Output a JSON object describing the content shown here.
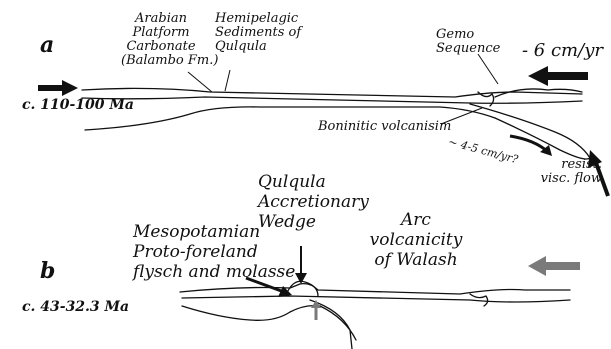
{
  "panel_a": {
    "letter": "a",
    "age": "c. 110-100 Ma",
    "labels": {
      "arabian_platform": [
        "Arabian",
        "Platform",
        "Carbonate",
        "(Balambo Fm.)"
      ],
      "hemipelagic": [
        "Hemipelagic",
        "Sediments of",
        "Qulqula"
      ],
      "gemo": [
        "Gemo",
        "Sequence"
      ],
      "rate_top": "- 6 cm/yr",
      "boninitic": "Boninitic volcanisim",
      "rate_slab": "~ 4-5 cm/yr?",
      "resist": [
        "resist.",
        "visc. flow"
      ]
    }
  },
  "panel_b": {
    "letter": "b",
    "age": "c. 43-32.3 Ma",
    "labels": {
      "qulqula_wedge": [
        "Qulqula",
        "Accretionary",
        "Wedge"
      ],
      "mesopotamian": [
        "Mesopotamian",
        "Proto-foreland",
        "flysch and molasse"
      ],
      "arc": [
        "Arc",
        "volcanicity",
        "of Walash"
      ]
    }
  },
  "colors": {
    "ink": "#111111",
    "grey_arrow": "#7a7a7a"
  }
}
